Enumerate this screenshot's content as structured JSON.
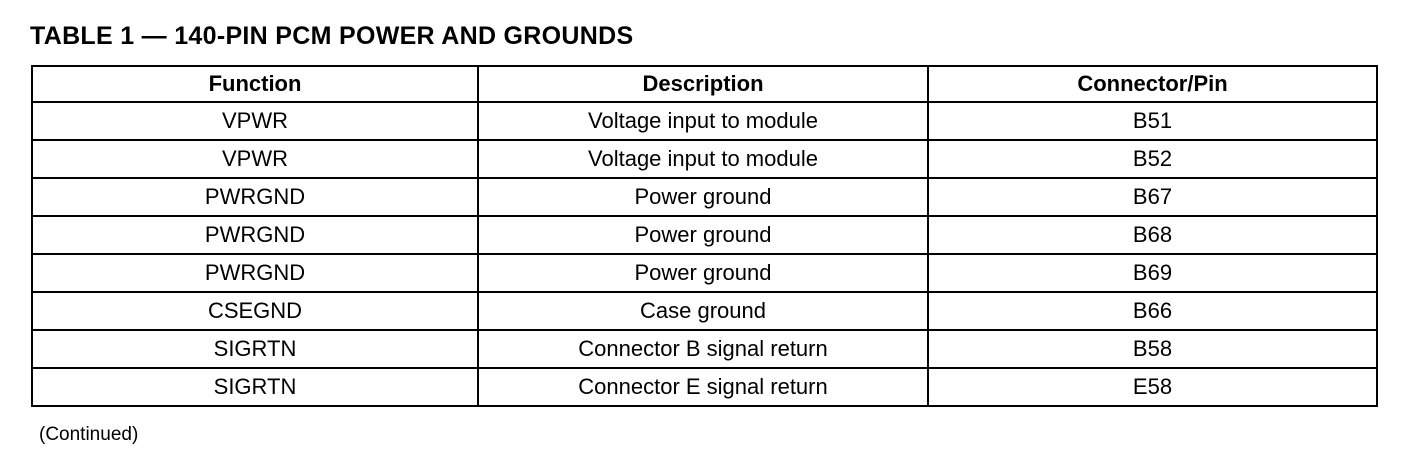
{
  "title": "TABLE 1 — 140-PIN PCM POWER AND GROUNDS",
  "table": {
    "headers": [
      "Function",
      "Description",
      "Connector/Pin"
    ],
    "rows": [
      [
        "VPWR",
        "Voltage input to module",
        "B51"
      ],
      [
        "VPWR",
        "Voltage input to module",
        "B52"
      ],
      [
        "PWRGND",
        "Power ground",
        "B67"
      ],
      [
        "PWRGND",
        "Power ground",
        "B68"
      ],
      [
        "PWRGND",
        "Power ground",
        "B69"
      ],
      [
        "CSEGND",
        "Case ground",
        "B66"
      ],
      [
        "SIGRTN",
        "Connector B signal return",
        "B58"
      ],
      [
        "SIGRTN",
        "Connector E signal return",
        "E58"
      ]
    ]
  },
  "footnote": "(Continued)"
}
